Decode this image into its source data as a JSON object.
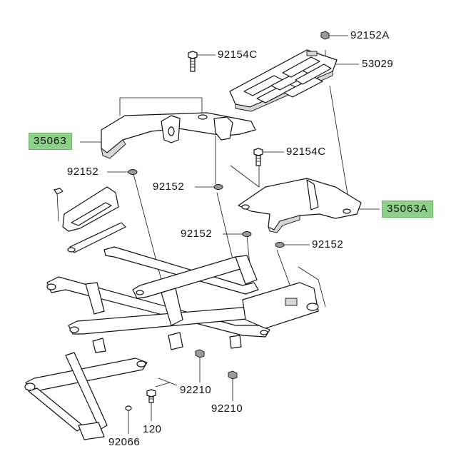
{
  "diagram": {
    "colors": {
      "highlight": "#8ed08a",
      "ink": "#111111"
    },
    "labels": {
      "p92152A": "92152A",
      "p92154C_top": "92154C",
      "p53029": "53029",
      "p35063": "35063",
      "p92154C_right": "92154C",
      "p92152_left": "92152",
      "p92152_mid": "92152",
      "p35063A": "35063A",
      "p92152_lower": "92152",
      "p92152_right": "92152",
      "p92210_left": "92210",
      "p92210_right": "92210",
      "p120": "120",
      "p92066": "92066"
    }
  }
}
